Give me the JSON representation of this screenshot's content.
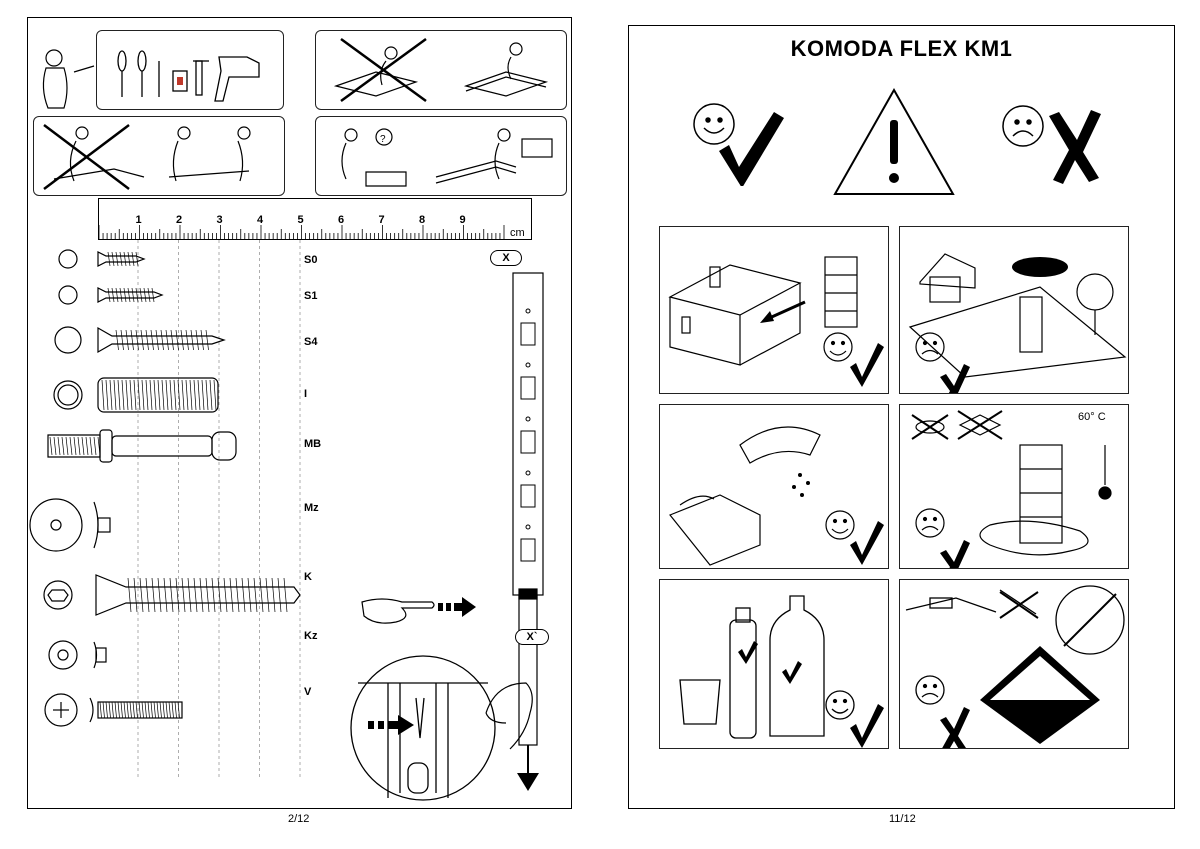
{
  "left_page": {
    "page_number": "2/12",
    "ruler": {
      "ticks": [
        "1",
        "2",
        "3",
        "4",
        "5",
        "6",
        "7",
        "8",
        "9"
      ],
      "unit": "cm"
    },
    "hardware": [
      {
        "code": "S0",
        "icon": "screw-head-icon"
      },
      {
        "code": "S1",
        "icon": "screw-head-icon"
      },
      {
        "code": "S4",
        "icon": "screw-head-icon"
      },
      {
        "code": "I",
        "icon": "dowel-icon"
      },
      {
        "code": "MB",
        "icon": "cam-bolt-icon"
      },
      {
        "code": "Mz",
        "icon": "cap-icon"
      },
      {
        "code": "K",
        "icon": "hex-screw-icon"
      },
      {
        "code": "Kz",
        "icon": "cap-icon"
      },
      {
        "code": "V",
        "icon": "phillips-screw-icon"
      }
    ],
    "rail_tags": {
      "top": "X",
      "bottom": "X`"
    }
  },
  "right_page": {
    "title": "KOMODA FLEX KM1",
    "page_number": "11/12",
    "temperature": "60° C"
  }
}
